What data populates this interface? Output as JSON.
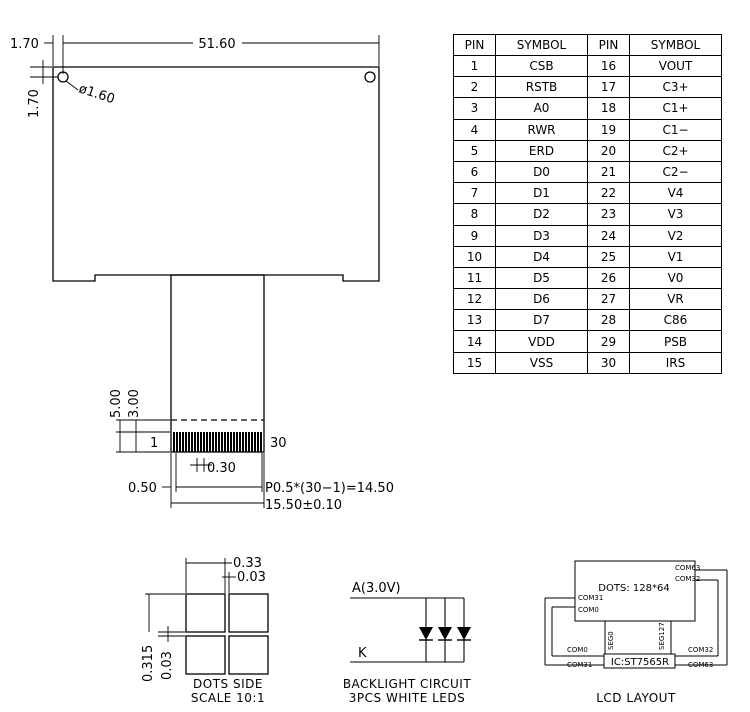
{
  "pin_table": {
    "headers": [
      "PIN",
      "SYMBOL",
      "PIN",
      "SYMBOL"
    ],
    "rows": [
      [
        "1",
        "CSB",
        "16",
        "VOUT"
      ],
      [
        "2",
        "RSTB",
        "17",
        "C3+"
      ],
      [
        "3",
        "A0",
        "18",
        "C1+"
      ],
      [
        "4",
        "RWR",
        "19",
        "C1−"
      ],
      [
        "5",
        "ERD",
        "20",
        "C2+"
      ],
      [
        "6",
        "D0",
        "21",
        "C2−"
      ],
      [
        "7",
        "D1",
        "22",
        "V4"
      ],
      [
        "8",
        "D2",
        "23",
        "V3"
      ],
      [
        "9",
        "D3",
        "24",
        "V2"
      ],
      [
        "10",
        "D4",
        "25",
        "V1"
      ],
      [
        "11",
        "D5",
        "26",
        "V0"
      ],
      [
        "12",
        "D6",
        "27",
        "VR"
      ],
      [
        "13",
        "D7",
        "28",
        "C86"
      ],
      [
        "14",
        "VDD",
        "29",
        "PSB"
      ],
      [
        "15",
        "VSS",
        "30",
        "IRS"
      ]
    ]
  },
  "outline": {
    "width_dim": "51.60",
    "left_offset_dim": "1.70",
    "top_offset_dim": "1.70",
    "hole_dim": "ø1.60",
    "tail_dim_outer": "5.00",
    "tail_dim_inner": "3.00",
    "first_pin": "1",
    "last_pin": "30",
    "pad_width_dim": "0.30",
    "edge_dim": "0.50",
    "pitch_dim": "P0.5*(30−1)=14.50",
    "tail_width_dim": "15.50±0.10"
  },
  "dots": {
    "pitch_dim": "0.33",
    "gap_dim_top": "0.03",
    "height_dim": "0.315",
    "gap_dim_side": "0.03",
    "caption_line1": "DOTS  SIDE",
    "caption_line2": "SCALE  10:1"
  },
  "backlight": {
    "anode_label": "A(3.0V)",
    "cathode_label": "K",
    "caption_line1": "BACKLIGHT  CIRCUIT",
    "caption_line2": "3PCS  WHITE  LEDS"
  },
  "lcd_layout": {
    "dots_label": "DOTS: 128*64",
    "ic_label": "IC:ST7565R",
    "com63_top": "COM63",
    "com32_top": "COM32",
    "com31_left": "COM31",
    "com0_left": "COM0",
    "seg0": "SEG0",
    "seg127": "SEG127",
    "com0_bottom": "COM0",
    "com32_bottom": "COM32",
    "com31_bottom": "COM31",
    "com63_bottom": "COM63",
    "caption": "LCD  LAYOUT"
  }
}
